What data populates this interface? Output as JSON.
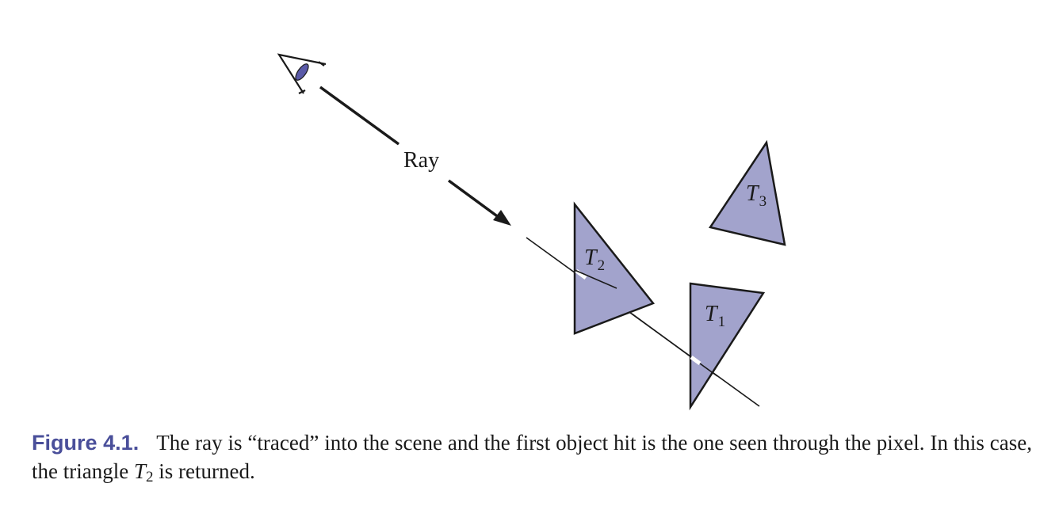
{
  "diagram": {
    "ray_label": "Ray",
    "triangles": [
      {
        "letter": "T",
        "sub": "2"
      },
      {
        "letter": "T",
        "sub": "1"
      },
      {
        "letter": "T",
        "sub": "3"
      }
    ],
    "colors": {
      "triangle_fill": "#a2a3cc",
      "stroke": "#1a1a1a",
      "pupil": "#5a5aa8"
    }
  },
  "caption": {
    "figure_label": "Figure 4.1.",
    "text_1": "The ray is “traced” into the scene and the first object hit is the one seen through the pixel. In this case, the triangle ",
    "math_letter": "T",
    "math_sub": "2",
    "text_2": " is returned."
  }
}
